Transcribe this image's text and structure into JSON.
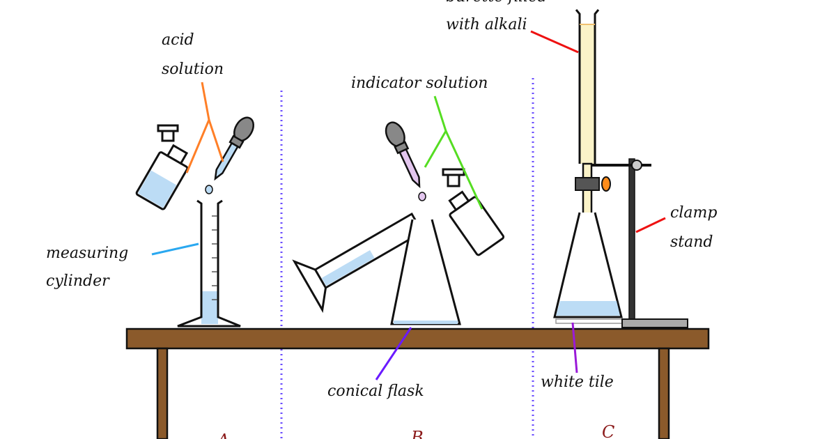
{
  "labels": {
    "burette_line1": "burette filled",
    "burette_line2": "with alkali",
    "acid_line1": "acid",
    "acid_line2": "solution",
    "indicator": "indicator solution",
    "measuring_line1": "measuring",
    "measuring_line2": "cylinder",
    "clamp_line1": "clamp",
    "clamp_line2": "stand",
    "conical_flask": "conical flask",
    "white_tile": "white tile"
  },
  "sections": {
    "a": "A",
    "b": "B",
    "c": "C"
  },
  "colors": {
    "table": "#8b5a2b",
    "divider": "#6a4cff",
    "liquid": "#bcdcf5",
    "alkali": "#fbf3c8",
    "acid_pointer": "#ff7f27",
    "indicator_pointer": "#55dd22",
    "cylinder_pointer": "#2aa8f0",
    "burette_pointer": "#ee1111",
    "flask_pointer": "#6a1aff",
    "tile_pointer": "#9a1ad8"
  }
}
